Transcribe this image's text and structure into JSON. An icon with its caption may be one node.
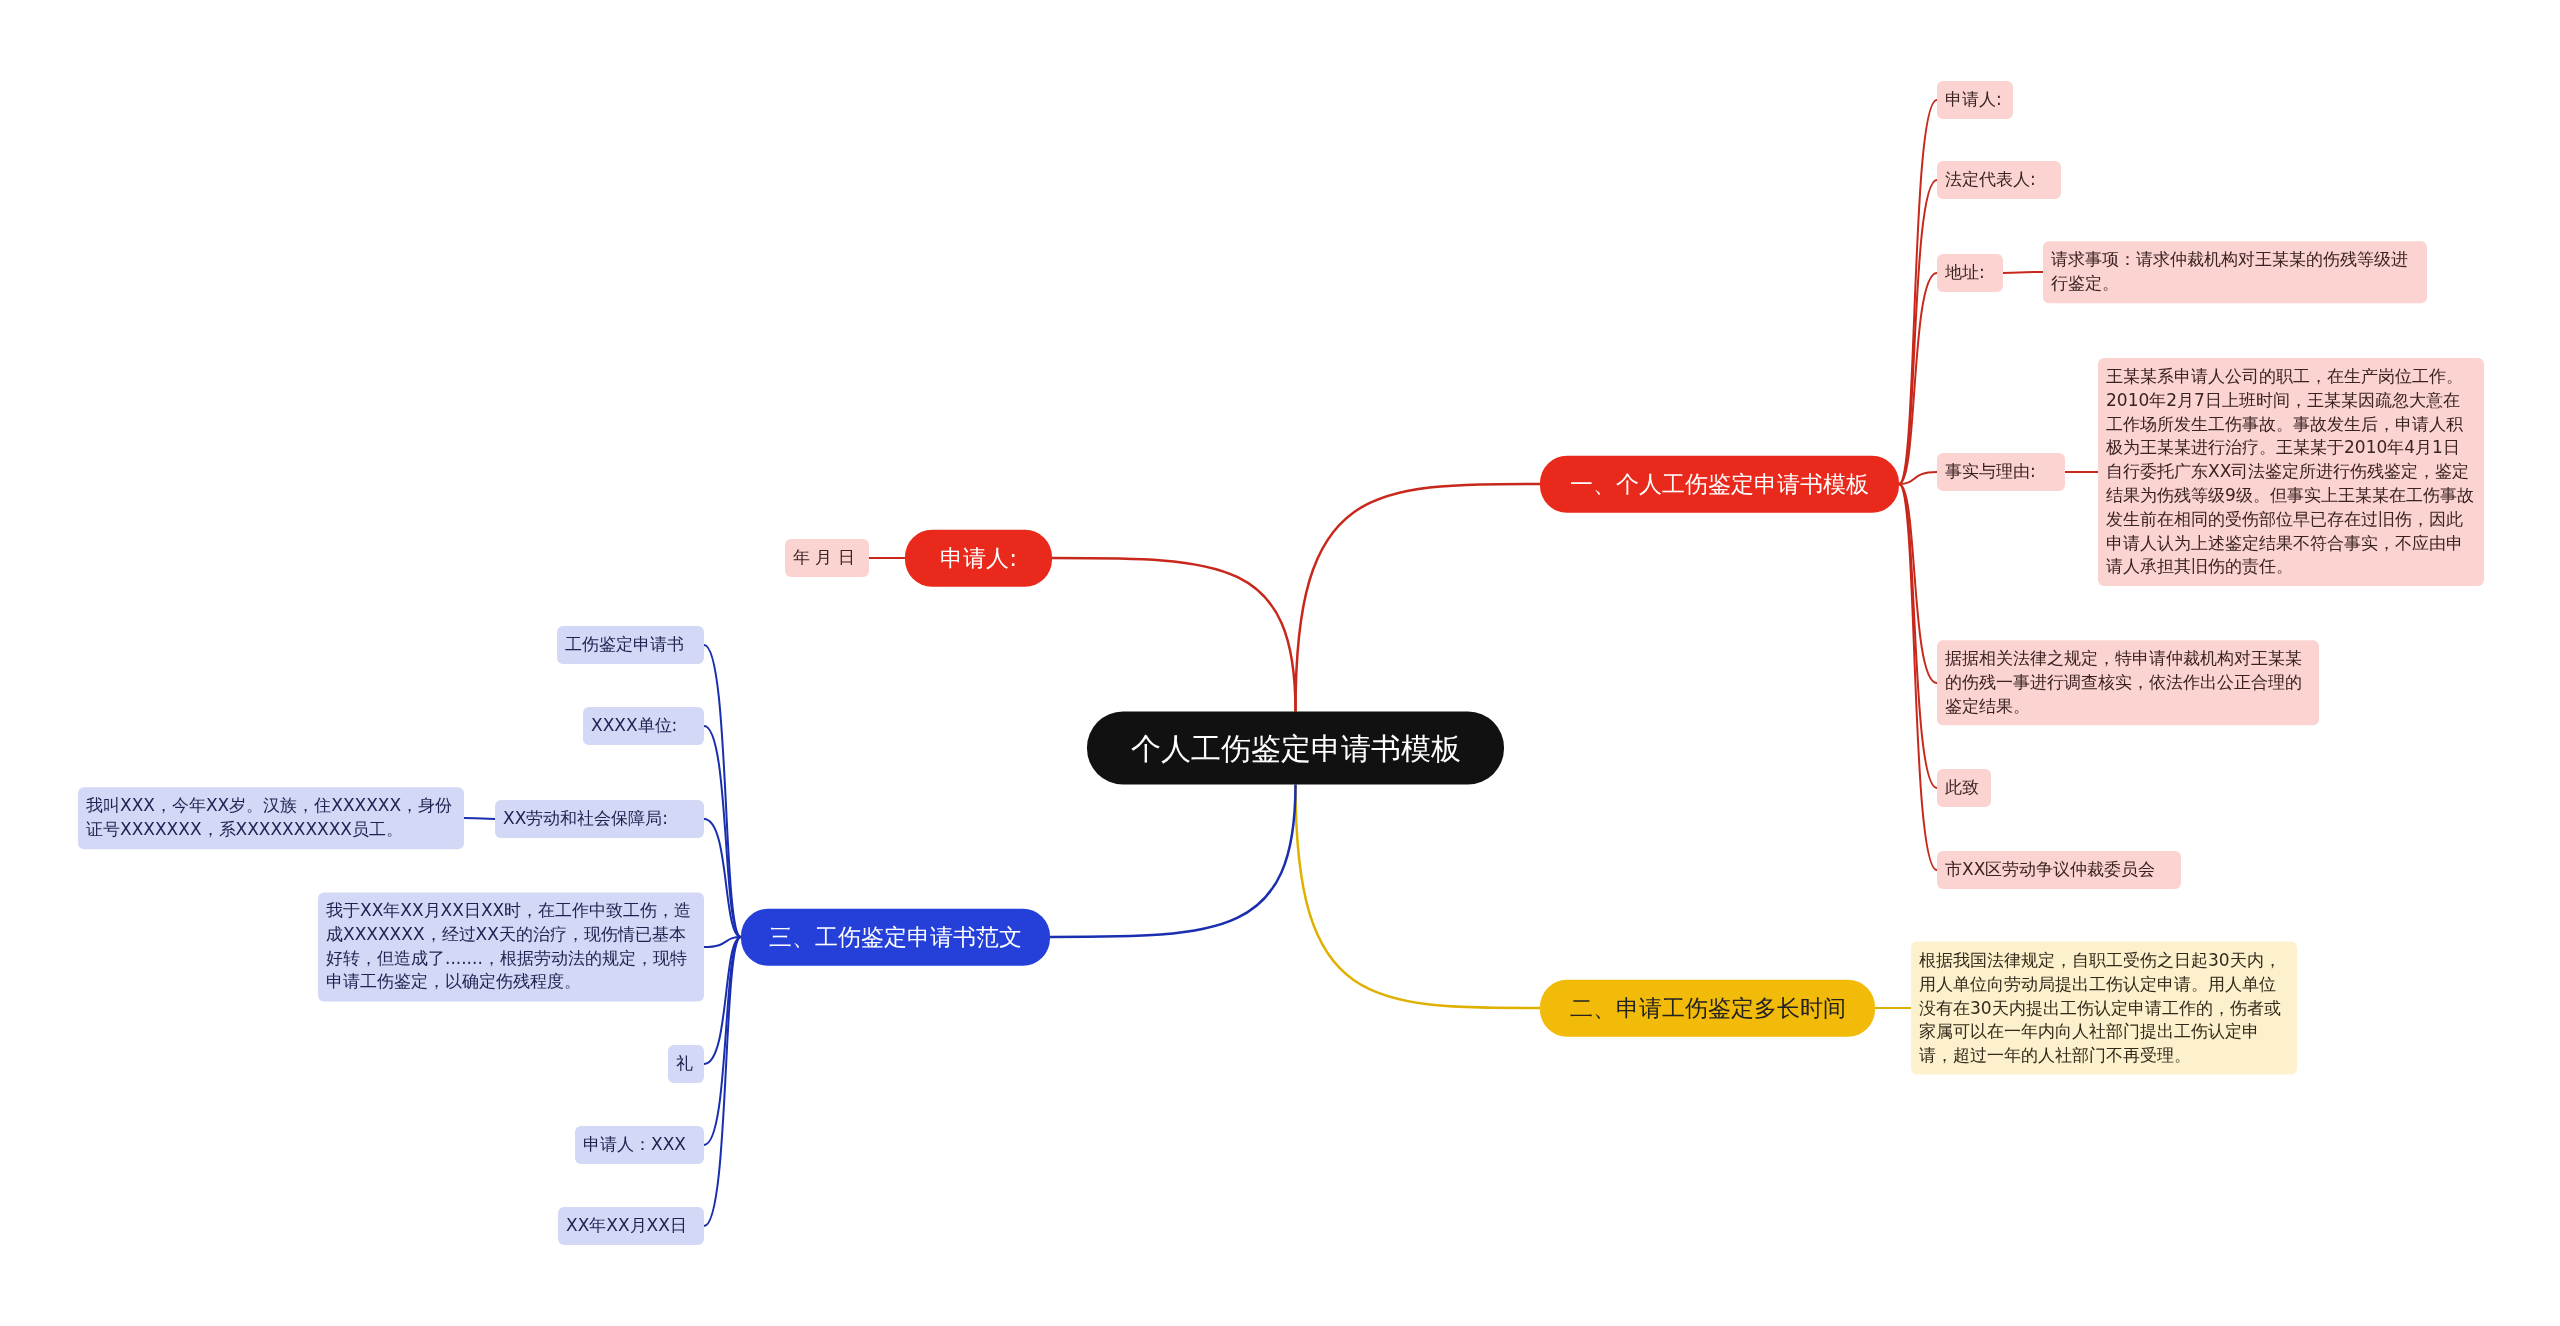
{
  "diagram": {
    "nodes": [
      {
        "text": [
          "个人工伤鉴定申请书模板"
        ]
      },
      {
        "text": [
          "一、个人工伤鉴定申请书模板"
        ]
      },
      {
        "text": [
          "申请人:"
        ]
      },
      {
        "text": [
          "法定代表人:"
        ]
      },
      {
        "text": [
          "地址:"
        ]
      },
      {
        "text": [
          "请求事项：请求仲裁机构对王某某的伤残等级进行鉴定。"
        ]
      },
      {
        "text": [
          "事实与理由:"
        ]
      },
      {
        "text": [
          "王某某系申请人公司的职工，在生产岗位工作。2010年2月7日上班时间，王某某因疏忽大意在工作场所发生工伤事故。事故发生后，申请人积极为王某某进行治疗。王某某于2010年4月1日自行委托广东XX司法鉴定所进行伤残鉴定，鉴定结果为伤残等级9级。但事实上王某某在工伤事故发生前在相同的受伤部位早已存在过旧伤，因此申请人认为上述鉴定结果不符合事实，不应由申请人承担其旧伤的责任。"
        ]
      },
      {
        "text": [
          "据据相关法律之规定，特申请仲裁机构对王某某的伤残一事进行调查核实，依法作出公正合理的鉴定结果。"
        ]
      },
      {
        "text": [
          "此致"
        ]
      },
      {
        "text": [
          "市XX区劳动争议仲裁委员会"
        ]
      },
      {
        "text": [
          "二、申请工伤鉴定多长时间"
        ]
      },
      {
        "text": [
          "根据我国法律规定，自职工受伤之日起30天内，用人单位向劳动局提出工伤认定申请。用人单位没有在30天内提出工伤认定申请工作的，伤者或家属可以在一年内向人社部门提出工伤认定申请，超过一年的人社部门不再受理。"
        ]
      },
      {
        "text": [
          "申请人:"
        ]
      },
      {
        "text": [
          "年 月 日"
        ]
      },
      {
        "text": [
          "三、工伤鉴定申请书范文"
        ]
      },
      {
        "text": [
          "工伤鉴定申请书"
        ]
      },
      {
        "text": [
          "XXXX单位:"
        ]
      },
      {
        "text": [
          "XX劳动和社会保障局:"
        ]
      },
      {
        "text": [
          "我叫XXX，今年XX岁。汉族，住XXXXXX，身份证号XXXXXXX，系XXXXXXXXXX员工。"
        ]
      },
      {
        "text": [
          "我于XX年XX月XX日XX时，在工作中致工伤，造成XXXXXXX，经过XX天的治疗，现伤情已基本好转，但造成了.......，根据劳动法的规定，现特申请工伤鉴定，以确定伤残程度。"
        ]
      },
      {
        "text": [
          "礼"
        ]
      },
      {
        "text": [
          "申请人：XXX"
        ]
      },
      {
        "text": [
          "XX年XX月XX日"
        ]
      }
    ],
    "edges": [
      {
        "from": 0,
        "to": 1,
        "arrow": "none"
      },
      {
        "from": 1,
        "to": 2,
        "arrow": "none"
      },
      {
        "from": 1,
        "to": 3,
        "arrow": "none"
      },
      {
        "from": 1,
        "to": 4,
        "arrow": "none"
      },
      {
        "from": 4,
        "to": 5,
        "arrow": "none"
      },
      {
        "from": 1,
        "to": 6,
        "arrow": "none"
      },
      {
        "from": 6,
        "to": 7,
        "arrow": "none"
      },
      {
        "from": 1,
        "to": 8,
        "arrow": "none"
      },
      {
        "from": 1,
        "to": 9,
        "arrow": "none"
      },
      {
        "from": 1,
        "to": 10,
        "arrow": "none"
      },
      {
        "from": 0,
        "to": 11,
        "arrow": "none",
        "color": "#e0b000"
      },
      {
        "from": 11,
        "to": 12,
        "arrow": "none",
        "color": "#e0b000"
      },
      {
        "from": 0,
        "to": 13,
        "arrow": "none"
      },
      {
        "from": 13,
        "to": 14,
        "arrow": "none"
      },
      {
        "from": 0,
        "to": 15,
        "arrow": "none",
        "color": "#1a2fb0"
      },
      {
        "from": 15,
        "to": 16,
        "arrow": "none",
        "color": "#1a2fb0"
      },
      {
        "from": 15,
        "to": 17,
        "arrow": "none",
        "color": "#1a2fb0"
      },
      {
        "from": 15,
        "to": 18,
        "arrow": "none",
        "color": "#1a2fb0"
      },
      {
        "from": 18,
        "to": 19,
        "arrow": "none",
        "color": "#1a2fb0"
      },
      {
        "from": 15,
        "to": 20,
        "arrow": "none",
        "color": "#1a2fb0"
      },
      {
        "from": 15,
        "to": 21,
        "arrow": "none",
        "color": "#1a2fb0"
      },
      {
        "from": 15,
        "to": 22,
        "arrow": "none",
        "color": "#1a2fb0"
      },
      {
        "from": 15,
        "to": 23,
        "arrow": "none",
        "color": "#1a2fb0"
      }
    ]
  }
}
